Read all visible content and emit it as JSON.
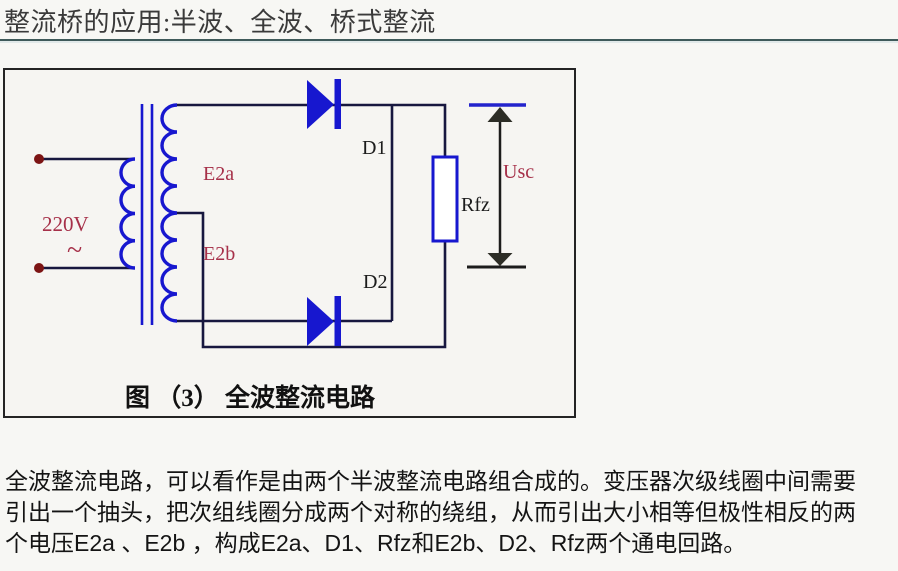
{
  "page": {
    "title": "整流桥的应用:半波、全波、桥式整流"
  },
  "figure": {
    "caption": "图 （3） 全波整流电路",
    "labels": {
      "source_voltage": "220V",
      "ac_symbol": "~",
      "winding_a": "E2a",
      "winding_b": "E2b",
      "diode_1": "D1",
      "diode_2": "D2",
      "load_resistor": "Rfz",
      "output_voltage": "Usc"
    },
    "colors": {
      "component_blue": "#1717cf",
      "wire_navy": "#17173f",
      "label_crimson": "#a63049",
      "terminal_dark_red": "#7c1414",
      "arrow_dark": "#2d2d26",
      "rule_teal": "#3f5a5a"
    }
  },
  "paragraph": {
    "lines": [
      "全波整流电路，可以看作是由两个半波整流电路组合成的。变压器次级线圈中间需要",
      "引出一个抽头，把次组线圈分成两个对称的绕组，从而引出大小相等但极性相反的两",
      "个电压E2a 、E2b ，构成E2a、D1、Rfz和E2b、D2、Rfz两个通电回路。"
    ]
  }
}
